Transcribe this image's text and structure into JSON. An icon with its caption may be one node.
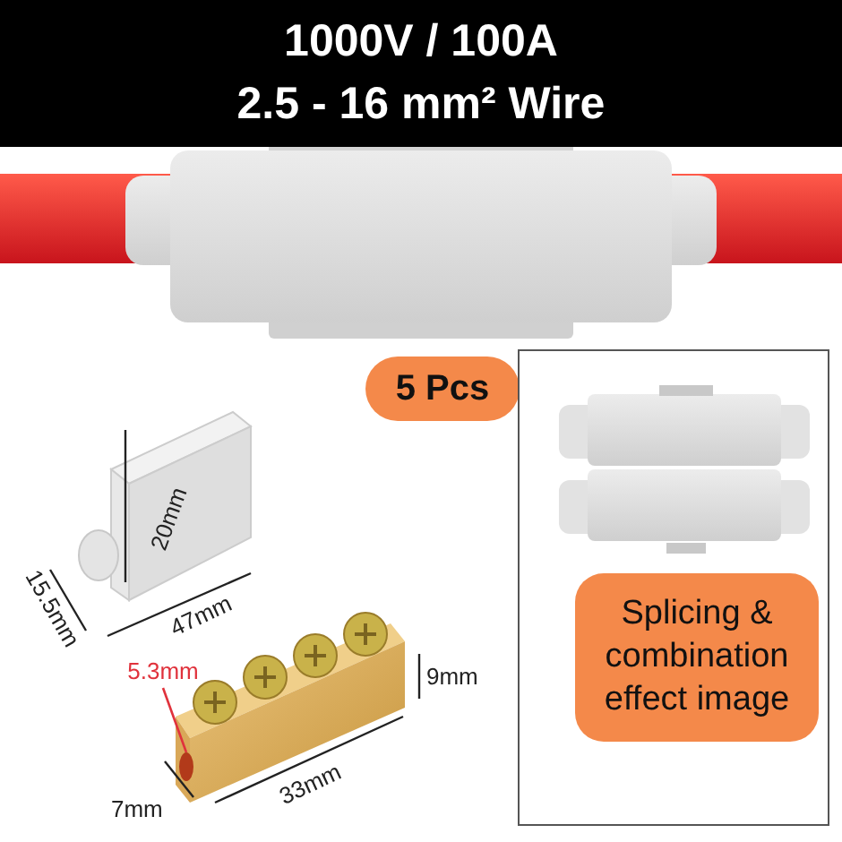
{
  "diagram": {
    "nodes": [
      {
        "text": [
          "1000V / 100A",
          "2.5 - 16 mm² Wire"
        ]
      },
      {
        "text": [
          "5 Pcs"
        ]
      },
      {
        "text": [],
        "shape": "box"
      },
      {
        "text": [
          "Splicing & combination effect image"
        ],
        "in": 2
      },
      {
        "text": [
          "5.3mm"
        ]
      },
      {
        "text": [],
        "shape": "circle"
      }
    ],
    "edges": [
      {
        "from": 4,
        "to": 5,
        "arrow": "none",
        "color": "#e0323c"
      }
    ],
    "labels": [
      "20mm",
      "47mm",
      "15.5mm",
      "9mm",
      "7mm",
      "33mm"
    ]
  }
}
